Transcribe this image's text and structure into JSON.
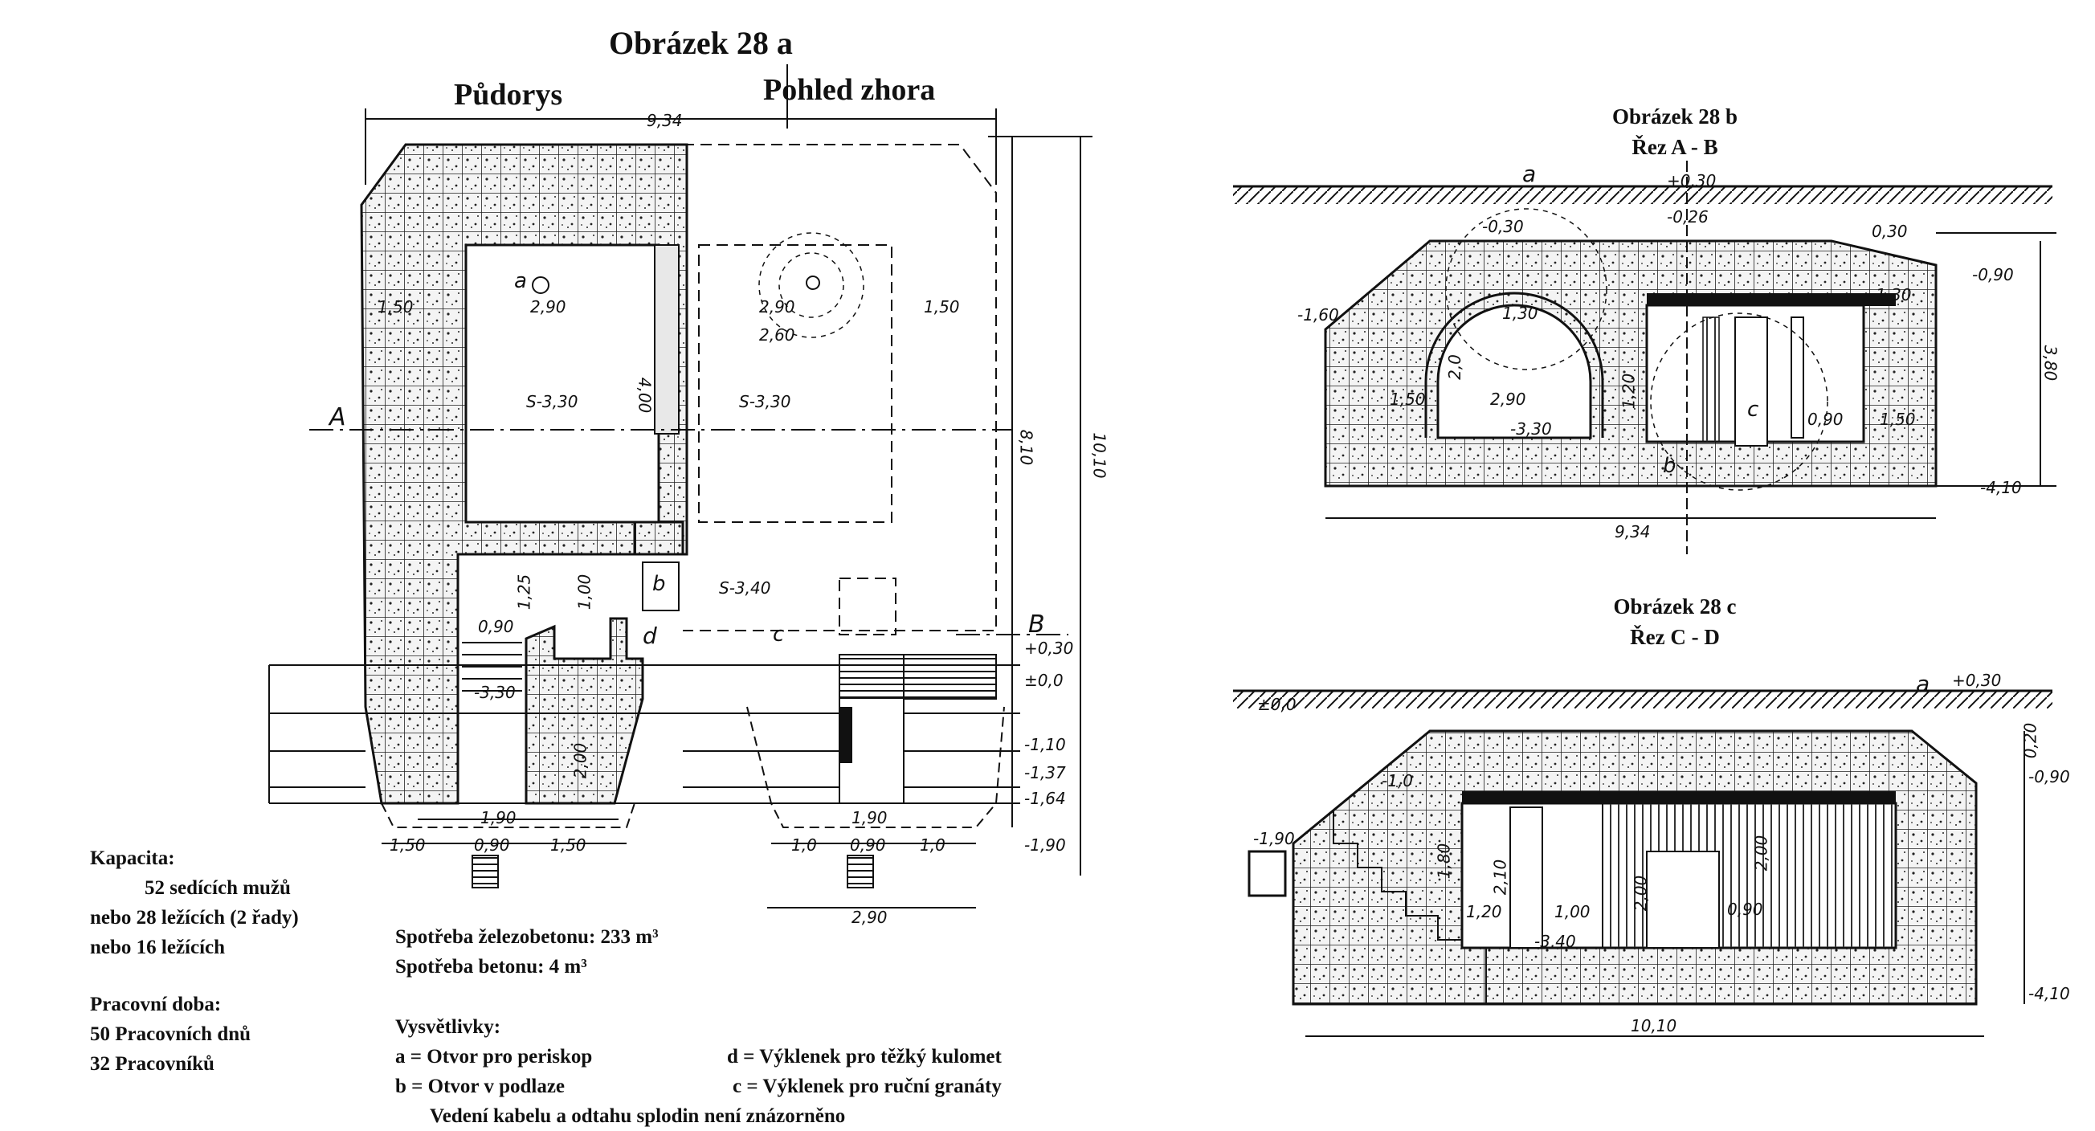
{
  "figure_28a": {
    "title": "Obrázek 28 a",
    "plan_label": "Půdorys",
    "top_view_label": "Pohled zhora"
  },
  "figure_28b": {
    "title": "Obrázek 28 b",
    "subtitle": "Řez A - B"
  },
  "figure_28c": {
    "title": "Obrázek 28 c",
    "subtitle": "Řez C - D"
  },
  "capacity": {
    "heading": "Kapacita:",
    "line1": "52 sedících mužů",
    "line2": "nebo 28 ležících (2 řady)",
    "line3": "nebo 16 ležících"
  },
  "work": {
    "heading": "Pracovní doba:",
    "days": "50 Pracovních dnů",
    "workers": "32 Pracovníků"
  },
  "consumption": {
    "reinforced": "Spotřeba železobetonu: 233 m³",
    "concrete": "Spotřeba betonu: 4 m³"
  },
  "legend": {
    "heading": "Vysvětlivky:",
    "a": "a = Otvor pro periskop",
    "b": "b = Otvor v podlaze",
    "d": "d = Výklenek pro těžký kulomet",
    "c": "c = Výklenek pro ruční granáty",
    "note": "Vedení kabelu a odtahu splodin není znázorněno"
  },
  "plan_dims": {
    "total_width": "9,34",
    "total_length": "10,10",
    "inner_length": "8,10",
    "room_width": "2,90",
    "wall_side": "1,50",
    "room_length": "4,00",
    "room_level": "S-3,30",
    "room_level_top": "S-3,30",
    "lower_level": "S-3,40",
    "width_260": "2,60",
    "right_wall": "1,50",
    "corridor": "1,25",
    "step_090": "0,90",
    "step_100": "1,00",
    "lvl_330": "-3,30",
    "bottom_190": "1,90",
    "bottom_150a": "1,50",
    "bottom_090": "0,90",
    "bottom_150b": "1,50",
    "right_190": "1,90",
    "right_10a": "1,0",
    "right_090": "0,90",
    "right_10b": "1,0",
    "bottom_290": "2,90",
    "lvl_p030": "+0,30",
    "lvl_00": "±0,0",
    "lvl_110": "-1,10",
    "lvl_137": "-1,37",
    "lvl_164": "-1,64",
    "lvl_190": "-1,90",
    "label_a": "a",
    "label_b": "b",
    "label_c": "c",
    "label_d": "d",
    "section_A": "A",
    "section_B": "B",
    "dim_200": "2,00"
  },
  "section_ab_dims": {
    "width": "9,34",
    "height": "3,80",
    "arch_width": "2,90",
    "arch_height": "2,0",
    "arch_rise": "1,30",
    "lvl_p030": "+0,30",
    "lvl_026": "-0,26",
    "lvl_030": "-0,30",
    "lvl_160": "-1,60",
    "lvl_330": "-3,30",
    "lvl_410": "-4,10",
    "right_090": "-0,90",
    "lvl_030r": "0,30",
    "room_090": "0,90",
    "room_150": "1,50",
    "wall_150": "1,50",
    "dim_120": "1,20",
    "dim_130": "1,30",
    "label_a": "a",
    "label_b": "b",
    "label_c": "c"
  },
  "section_cd_dims": {
    "width": "10,10",
    "lvl_p030": "+0,30",
    "lvl_00": "±0,0",
    "lvl_10": "-1,0",
    "lvl_190": "-1,90",
    "lvl_090": "-0,90",
    "lvl_410": "-4,10",
    "lvl_340": "-3,40",
    "dim_180": "1,80",
    "dim_210": "2,10",
    "dim_120": "1,20",
    "dim_100": "1,00",
    "dim_200": "2,00",
    "dim_020": "0,20",
    "dim_090": "0,90",
    "dim_200b": "2,00",
    "label_a": "a"
  }
}
